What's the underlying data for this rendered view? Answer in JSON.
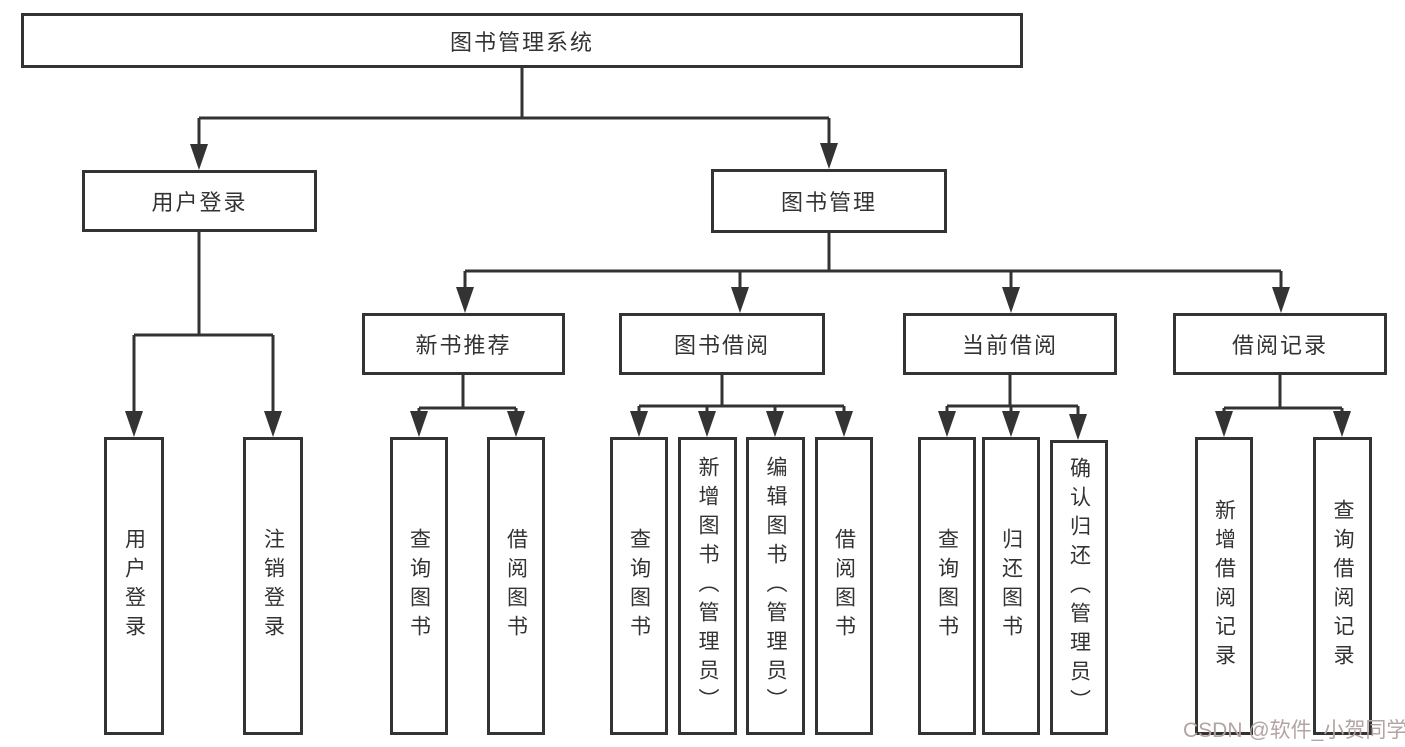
{
  "diagram": {
    "root": {
      "label": "图书管理系统",
      "children": [
        {
          "label": "用户登录",
          "children": [
            {
              "label": "用户登录"
            },
            {
              "label": "注销登录"
            }
          ]
        },
        {
          "label": "图书管理",
          "children": [
            {
              "label": "新书推荐",
              "children": [
                {
                  "label": "查询图书"
                },
                {
                  "label": "借阅图书"
                }
              ]
            },
            {
              "label": "图书借阅",
              "children": [
                {
                  "label": "查询图书"
                },
                {
                  "label": "新增图书（管理员）"
                },
                {
                  "label": "编辑图书（管理员）"
                },
                {
                  "label": "借阅图书"
                }
              ]
            },
            {
              "label": "当前借阅",
              "children": [
                {
                  "label": "查询图书"
                },
                {
                  "label": "归还图书"
                },
                {
                  "label": "确认归还（管理员）"
                }
              ]
            },
            {
              "label": "借阅记录",
              "children": [
                {
                  "label": "新增借阅记录"
                },
                {
                  "label": "查询借阅记录"
                }
              ]
            }
          ]
        }
      ]
    }
  },
  "watermark": {
    "text": "CSDN @软件_小贺同学"
  },
  "colors": {
    "line": "#333333",
    "text": "#333333",
    "watermark": "#b3a4a4",
    "background": "#ffffff"
  }
}
